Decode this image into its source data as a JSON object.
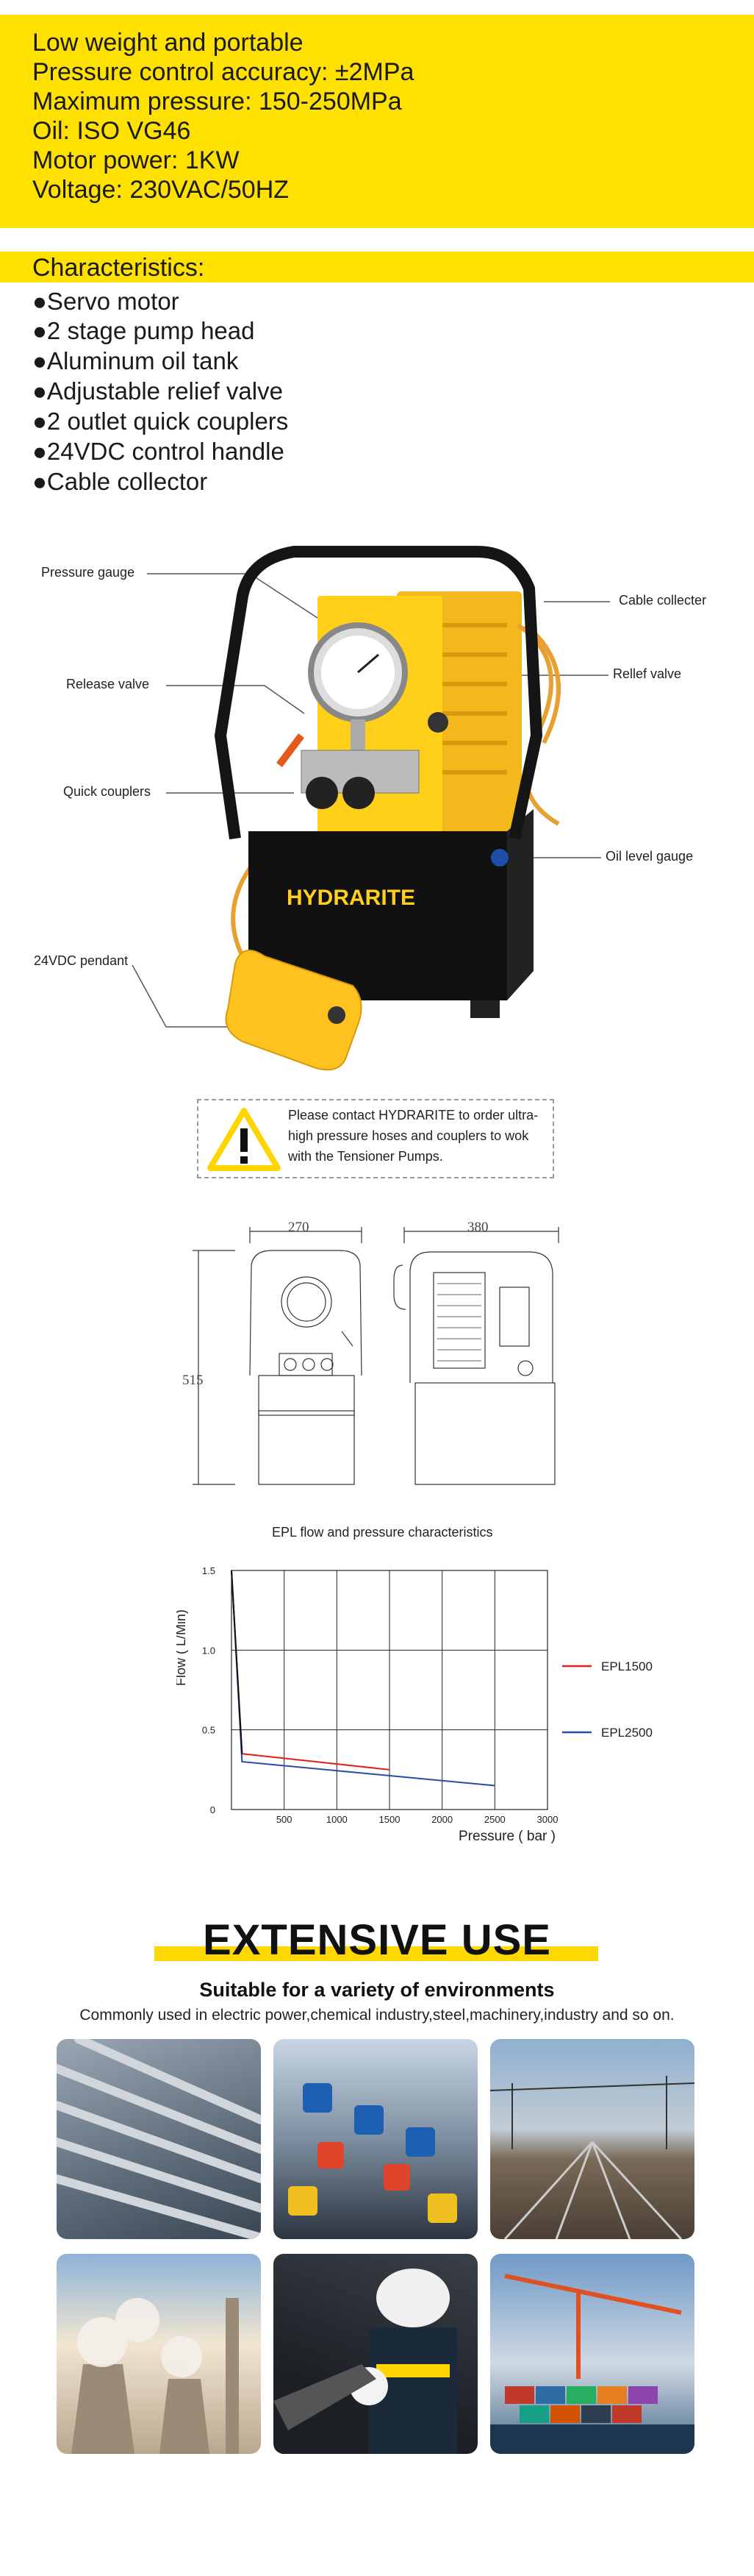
{
  "specs": [
    "Low weight and portable",
    "Pressure control accuracy: ±2MPa",
    "Maximum pressure: 150-250MPa",
    "Oil: ISO VG46",
    "Motor power: 1KW",
    "Voltage: 230VAC/50HZ"
  ],
  "characteristics": {
    "title": "Characteristics:",
    "items": [
      "●Servo motor",
      "●2 stage pump head",
      "●Aluminum oil tank",
      "●Adjustable relief valve",
      "●2 outlet quick couplers",
      "●24VDC control handle",
      "●Cable collector"
    ]
  },
  "pump": {
    "brand": "HYDRARITE",
    "callouts": {
      "pressure_gauge": "Pressure gauge",
      "release_valve": "Release valve",
      "quick_couplers": "Quick couplers",
      "pendant": "24VDC pendant",
      "cable_collector": "Cable collecter",
      "relief_valve": "Rellef valve",
      "oil_level_gauge": "Oil level gauge"
    }
  },
  "warning": {
    "text": "Please contact HYDRARITE to order ultra-high pressure hoses and couplers to wok with the Tensioner Pumps."
  },
  "drawings": {
    "width_front": "270",
    "width_side": "380",
    "height": "515"
  },
  "chart_data": {
    "type": "line",
    "title": "EPL  flow and pressure characteristics",
    "xlabel": "Pressure ( bar )",
    "ylabel": "Flow ( L/Min)",
    "xlim": [
      0,
      3000
    ],
    "ylim": [
      0,
      1.5
    ],
    "xticks": [
      "500",
      "1000",
      "1500",
      "2000",
      "2500",
      "3000"
    ],
    "yticks": [
      "0",
      "0.5",
      "1.0",
      "1.5"
    ],
    "grid": true,
    "legend_position": "right",
    "series": [
      {
        "name": "EPL1500",
        "color": "#e02020",
        "x": [
          0,
          100,
          1500
        ],
        "y": [
          1.5,
          0.35,
          0.25
        ]
      },
      {
        "name": "EPL2500",
        "color": "#2a4aa8",
        "x": [
          0,
          100,
          2500
        ],
        "y": [
          1.5,
          0.3,
          0.15
        ]
      }
    ]
  },
  "extensive": {
    "title": "EXTENSIVE USE",
    "subtitle": "Suitable for a variety of environments",
    "description": "Commonly used in electric power,chemical industry,steel,machinery,industry and so on."
  },
  "photos": [
    "pipeline",
    "hydraulic-tools",
    "railway",
    "power-plant",
    "operator",
    "container-port"
  ]
}
